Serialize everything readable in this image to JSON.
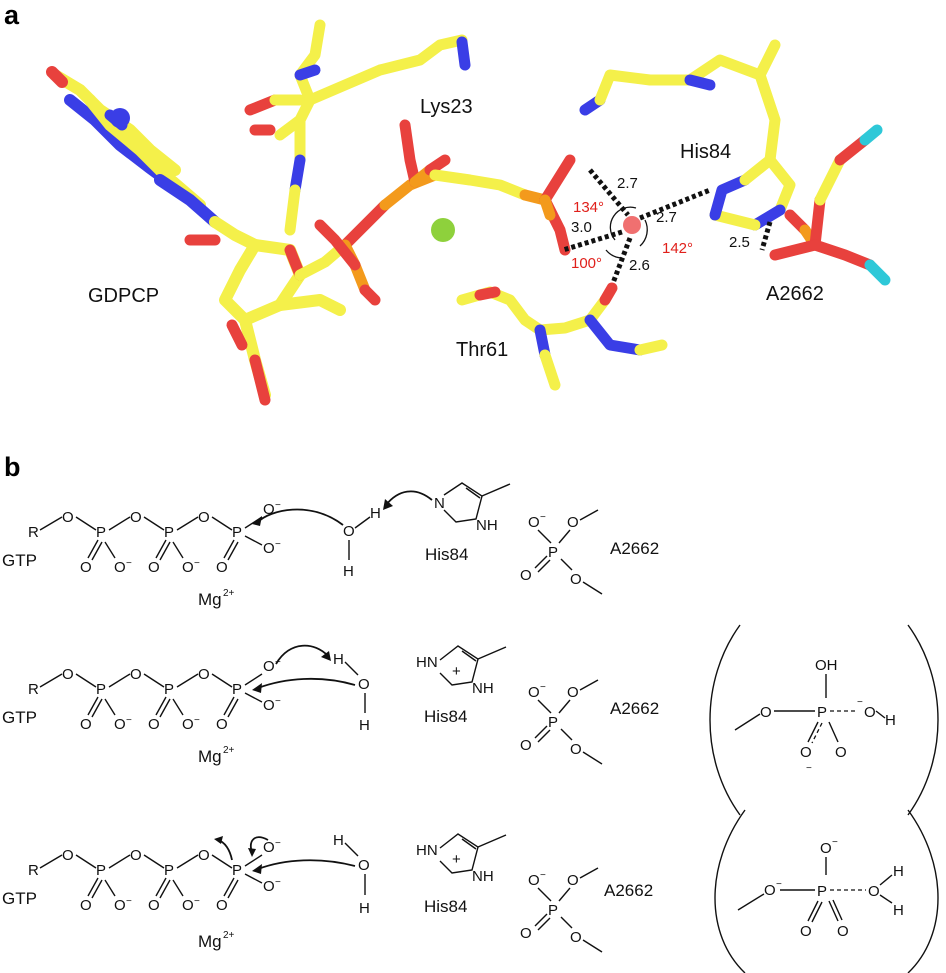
{
  "panels": {
    "a": "a",
    "b": "b"
  },
  "panel_a": {
    "residues": {
      "lys": "Lys23",
      "his": "His84",
      "gdpcp": "GDPCP",
      "a2662": "A2662",
      "thr": "Thr61"
    },
    "distances": {
      "d1": "2.7",
      "d2": "2.7",
      "d3": "3.0",
      "d4": "2.6",
      "d5": "2.5"
    },
    "angles": {
      "a1": "134°",
      "a2": "142°",
      "a3": "100°"
    },
    "colors": {
      "carbon": "#f4f04a",
      "oxygen": "#e8413d",
      "nitrogen": "#3a3ee6",
      "phosphorus": "#f39a1c",
      "magnesium": "#8ed13c",
      "water": "#f07070",
      "cyan": "#2ec8d8",
      "angle_text": "#e0201b"
    }
  },
  "panel_b": {
    "rows": [
      {
        "gtp": "GTP",
        "mg": "Mg",
        "mg_charge": "2+",
        "his": "His84",
        "a2662": "A2662"
      },
      {
        "gtp": "GTP",
        "mg": "Mg",
        "mg_charge": "2+",
        "his": "His84",
        "a2662": "A2662"
      },
      {
        "gtp": "GTP",
        "mg": "Mg",
        "mg_charge": "2+",
        "his": "His84",
        "a2662": "A2662"
      }
    ],
    "atoms": {
      "R": "R",
      "O": "O",
      "P": "P",
      "H": "H",
      "N": "N",
      "NH": "NH",
      "HN": "HN",
      "OH": "OH",
      "Ominus": "O⁻",
      "minus": "−",
      "minus_sup": "⁻",
      "plus": "+"
    }
  }
}
